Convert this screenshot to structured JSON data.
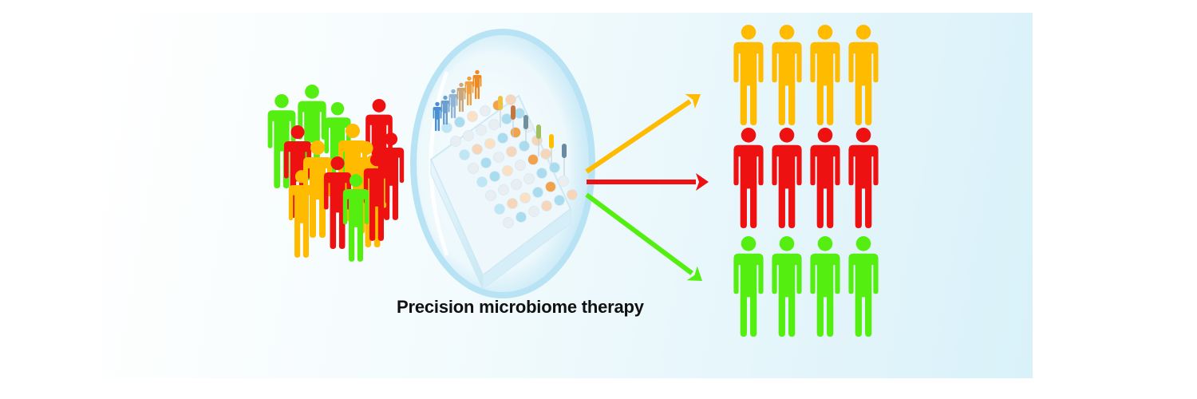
{
  "caption": "Precision microbiome therapy",
  "colors": {
    "green": "#55ee11",
    "red": "#ee1111",
    "yellow": "#ffbb00"
  },
  "mixed_crowd": {
    "people": [
      "green",
      "green",
      "green",
      "red",
      "red",
      "yellow",
      "yellow",
      "yellow",
      "red",
      "yellow",
      "red",
      "yellow",
      "red",
      "green"
    ]
  },
  "outcome_groups": [
    {
      "color": "yellow",
      "count": 4
    },
    {
      "color": "red",
      "count": 4
    },
    {
      "color": "green",
      "count": 4
    }
  ],
  "arrows": [
    "yellow",
    "red",
    "green"
  ],
  "plate": {
    "well_colors": [
      "#bfe6f5",
      "#f7d5b8",
      "#f2a24a",
      "#e9eef2",
      "#fbe0c4",
      "#aadcf0"
    ]
  },
  "icons": [
    "person-icon",
    "multiwell-plate-icon",
    "arrow-icon"
  ]
}
